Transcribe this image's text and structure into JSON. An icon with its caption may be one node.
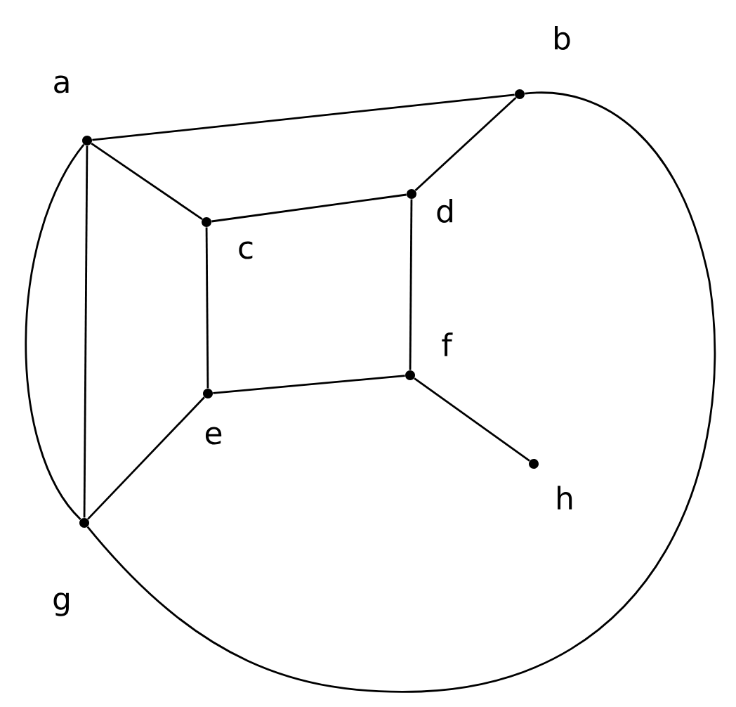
{
  "diagram": {
    "nodes": [
      {
        "text": [
          "a"
        ]
      },
      {
        "text": [
          "b"
        ]
      },
      {
        "text": [
          "c"
        ]
      },
      {
        "text": [
          "d"
        ]
      },
      {
        "text": [
          "e"
        ]
      },
      {
        "text": [
          "f"
        ]
      },
      {
        "text": [
          "g"
        ]
      },
      {
        "text": [
          "h"
        ]
      }
    ],
    "edges": [
      {
        "from": 0,
        "to": 1,
        "arrow": "none"
      },
      {
        "from": 0,
        "to": 2,
        "arrow": "none"
      },
      {
        "from": 0,
        "to": 6,
        "arrow": "none"
      },
      {
        "from": 0,
        "to": 6,
        "arrow": "none"
      },
      {
        "from": 1,
        "to": 3,
        "arrow": "none"
      },
      {
        "from": 2,
        "to": 3,
        "arrow": "none"
      },
      {
        "from": 2,
        "to": 4,
        "arrow": "none"
      },
      {
        "from": 3,
        "to": 5,
        "arrow": "none"
      },
      {
        "from": 4,
        "to": 5,
        "arrow": "none"
      },
      {
        "from": 5,
        "to": 7,
        "arrow": "none"
      },
      {
        "from": 4,
        "to": 6,
        "arrow": "none"
      },
      {
        "from": 6,
        "to": 1,
        "arrow": "none"
      }
    ]
  }
}
